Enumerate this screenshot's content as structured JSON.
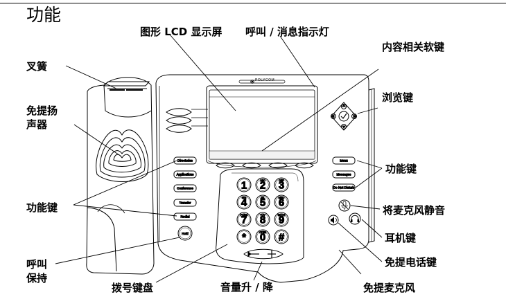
{
  "page": {
    "title": "功能"
  },
  "callouts": {
    "hook": "叉簧",
    "speaker_line1": "免提扬",
    "speaker_line2": "声器",
    "lcd": "图形 LCD 显示屏",
    "msg_indicator": "呼叫 / 消息指示灯",
    "soft_keys": "内容相关软键",
    "scroll_keys": "浏览键",
    "func_keys_left": "功能键",
    "func_keys_right": "功能键",
    "mute": "将麦克风静音",
    "headset": "耳机键",
    "hold_line1": "呼叫",
    "hold_line2": "保持",
    "speakerphone": "免提电话键",
    "dialpad": "拨号键盘",
    "volume": "音量升 / 降",
    "handsfree_mic": "免提麦克风"
  },
  "phone": {
    "brand": "POLYCOM",
    "left_keys": [
      "Directories",
      "Applications",
      "Conference",
      "Transfer",
      "Redial"
    ],
    "hold_key": "Hold",
    "right_keys": [
      "Menu",
      "Messages",
      "Do Not Disturb"
    ],
    "dialpad": [
      {
        "digit": "1",
        "letters": ""
      },
      {
        "digit": "2",
        "letters": "ABC"
      },
      {
        "digit": "3",
        "letters": "DEF"
      },
      {
        "digit": "4",
        "letters": "GHI"
      },
      {
        "digit": "5",
        "letters": "JKL"
      },
      {
        "digit": "6",
        "letters": "MNO"
      },
      {
        "digit": "7",
        "letters": "PQRS"
      },
      {
        "digit": "8",
        "letters": "TUV"
      },
      {
        "digit": "9",
        "letters": "WXYZ"
      },
      {
        "digit": "*",
        "letters": ""
      },
      {
        "digit": "0",
        "letters": "OPER"
      },
      {
        "digit": "#",
        "letters": ""
      }
    ]
  },
  "icons": {
    "logo": "polycom-logo-icon",
    "mute": "microphone-mute-icon",
    "headset": "headset-icon",
    "speaker": "speaker-icon",
    "volume": "volume-rocker-icon",
    "nav": "four-way-navigation-icon"
  }
}
